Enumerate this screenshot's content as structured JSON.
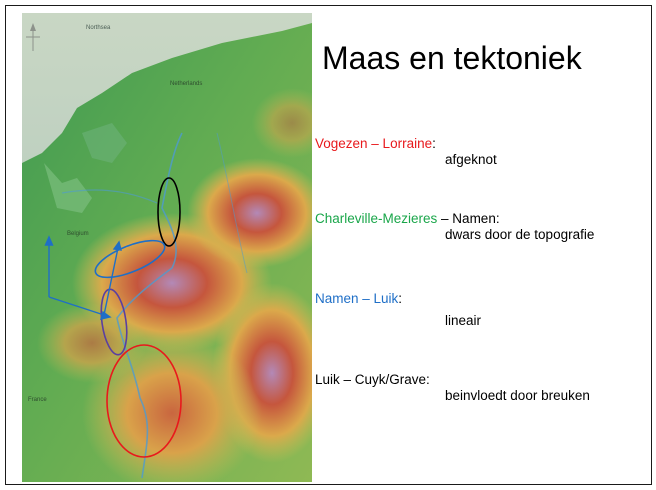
{
  "slide": {
    "title": "Maas en tektoniek",
    "items": [
      {
        "colored": "Vogezen – Lorraine",
        "rest": ":",
        "detail": "afgeknot",
        "color": "#e8191c"
      },
      {
        "colored": "Charleville-Mezieres",
        "rest": " – Namen:",
        "detail": "dwars door de topografie",
        "color": "#1aa64a"
      },
      {
        "colored": "Namen – Luik",
        "rest": ":",
        "detail": "lineair",
        "color": "#1f6fc7"
      },
      {
        "colored": "Luik – Cuyk/Grave",
        "rest": ":",
        "detail": "beinvloedt door breuken",
        "color": "#000000"
      }
    ],
    "map": {
      "labels": {
        "sea": "Northsea",
        "netherlands": "Netherlands",
        "belgium": "Belgium",
        "france": "France"
      },
      "annotation_colors": {
        "red": "#e8191c",
        "black": "#000000",
        "blue": "#1f6fc7",
        "purple": "#5b3fa0"
      }
    }
  }
}
